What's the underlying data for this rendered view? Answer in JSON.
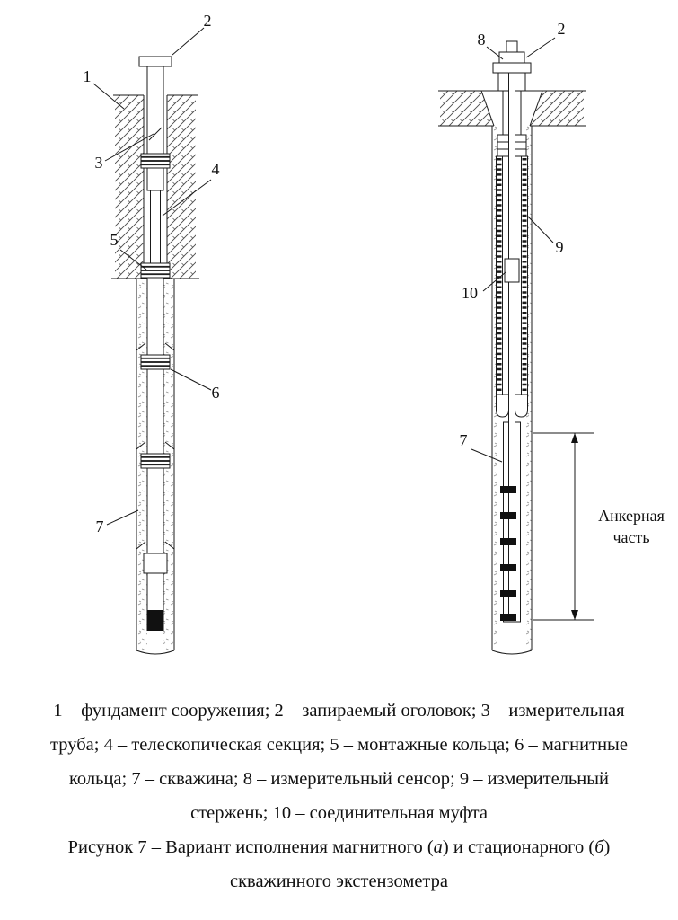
{
  "colors": {
    "ink": "#1a1a1a",
    "paper": "#ffffff"
  },
  "diagram": {
    "left": {
      "labels": {
        "l1": "1",
        "l2": "2",
        "l3": "3",
        "l4": "4",
        "l5": "5",
        "l6": "6",
        "l7": "7"
      }
    },
    "right": {
      "labels": {
        "l8": "8",
        "l2": "2",
        "l9": "9",
        "l10": "10",
        "l7": "7"
      },
      "anchor": {
        "line1": "Анкерная",
        "line2": "часть"
      }
    }
  },
  "legend": {
    "lines": [
      "1 – фундамент сооружения; 2 – запираемый оголовок; 3 – измерительная",
      "труба; 4 – телескопическая секция; 5 – монтажные кольца; 6 – магнитные",
      "кольца; 7 – скважина; 8 – измерительный сенсор; 9 – измерительный",
      "стержень; 10 – соединительная муфта"
    ]
  },
  "figure_caption": {
    "part1": "Рисунок 7 – Вариант исполнения магнитного (",
    "italic_a": "а",
    "part2": ") и стационарного (",
    "italic_b": "б",
    "part3": ")",
    "line2": "скважинного экстензометра"
  }
}
